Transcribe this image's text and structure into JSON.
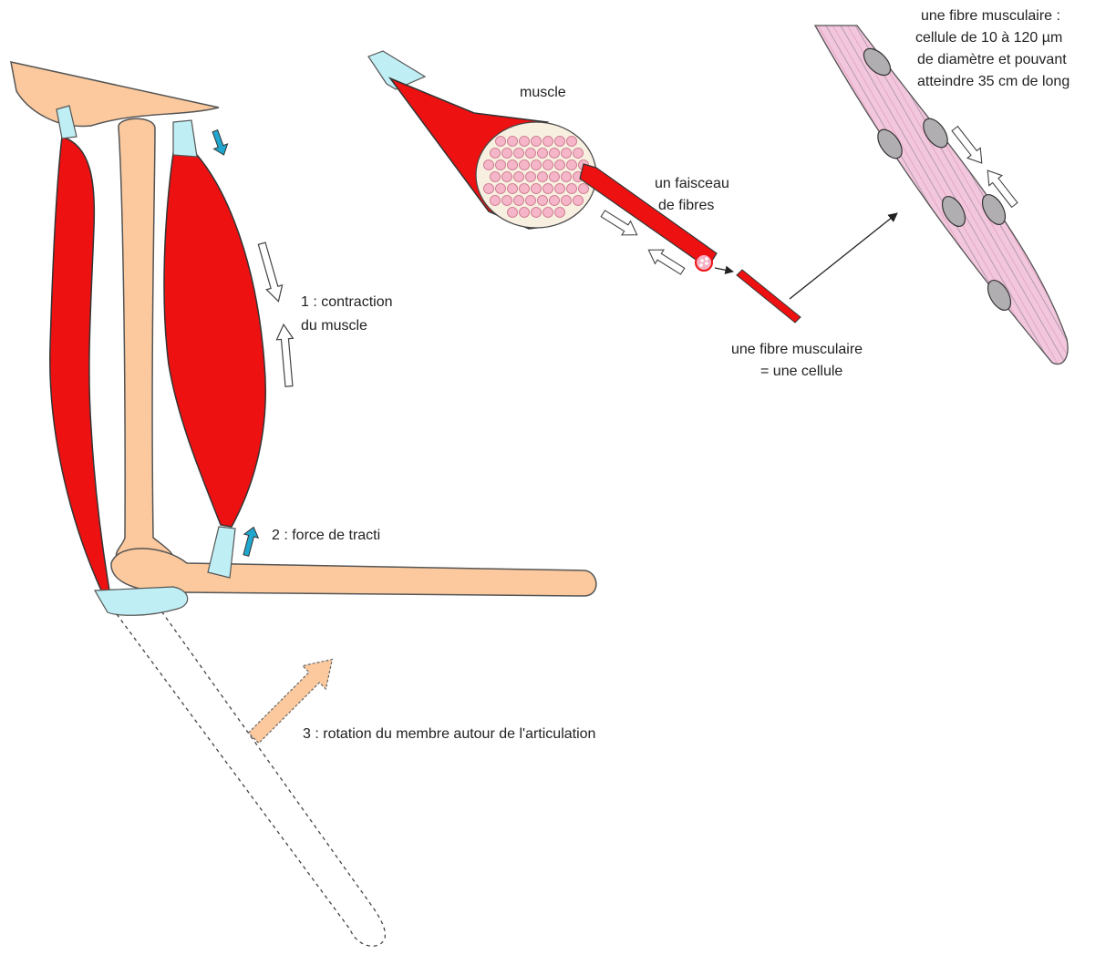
{
  "labels": {
    "muscle": "muscle",
    "faisceau_l1": "un faisceau",
    "faisceau_l2": "de  fibres",
    "fibre_cell_l1": "une fibre musculaire",
    "fibre_cell_l2": "= une cellule",
    "fibre_desc_l1": "une fibre musculaire :",
    "fibre_desc_l2": "cellule de 10 à 120 µm",
    "fibre_desc_l3": "de diamètre et pouvant",
    "fibre_desc_l4": "atteindre 35 cm de long",
    "step1_l1": "1 : contraction",
    "step1_l2": "du muscle",
    "step2": "2 : force de tracti",
    "step3": "3 : rotation du membre autour de l'articulation"
  },
  "colors": {
    "muscle_red": "#ee1111",
    "bone": "#fbc99d",
    "tendon": "#bfeef4",
    "fiber_pink": "#f4c4d8",
    "arrow_blue": "#1fa7cf",
    "arrow_orange": "#fbc99d"
  }
}
